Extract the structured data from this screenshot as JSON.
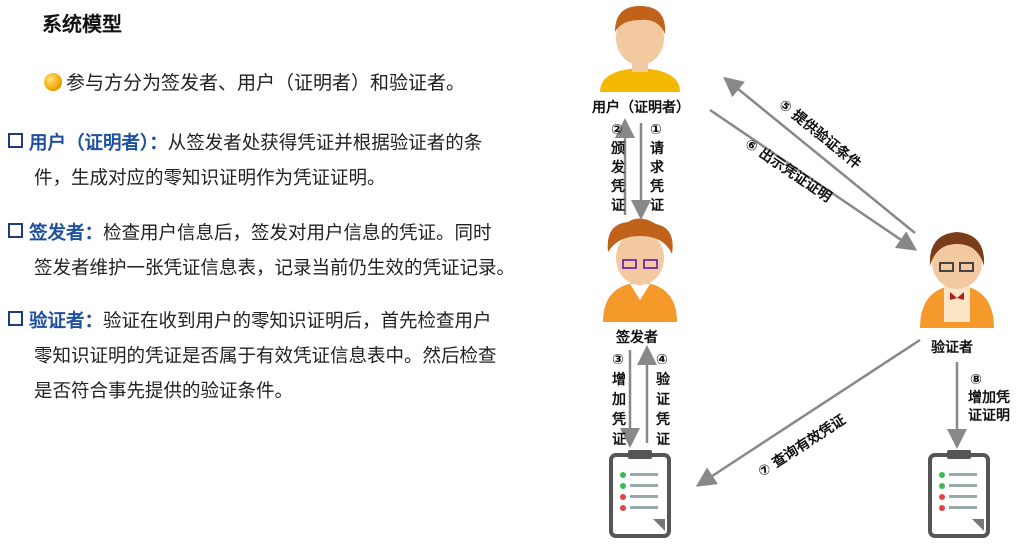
{
  "title": "系统模型",
  "intro": "参与方分为签发者、用户（证明者）和验证者。",
  "bullets": [
    {
      "term": "用户（证明者）",
      "sep": "：",
      "line1": "从签发者处获得凭证并根据验证者的条",
      "line2": "件，生成对应的零知识证明作为凭证证明。"
    },
    {
      "term": "签发者",
      "sep": "：",
      "line1": "检查用户信息后，签发对用户信息的凭证。同时",
      "line2": "签发者维护一张凭证信息表，记录当前仍生效的凭证记录。"
    },
    {
      "term": "验证者",
      "sep": "：",
      "line1": "验证在收到用户的零知识证明后，首先检查用户",
      "line2": "零知识证明的凭证是否属于有效凭证信息表中。然后检查",
      "line3": "是否符合事先提供的验证条件。"
    }
  ],
  "diagram": {
    "user_label": "用户（证明者）",
    "issuer_label": "签发者",
    "verifier_label": "验证者",
    "step1": [
      "①",
      "请",
      "求",
      "凭",
      "证"
    ],
    "step2": [
      "②",
      "颁",
      "发",
      "凭",
      "证"
    ],
    "step3": [
      "③",
      "增",
      "加",
      "凭",
      "证"
    ],
    "step4": [
      "④",
      "验",
      "证",
      "凭",
      "证"
    ],
    "step5": "⑤ 提供验证条件",
    "step6": "⑥ 出示凭证证明",
    "step7": "⑦ 查询有效凭证",
    "step8": [
      "⑧",
      "增加凭",
      "证证明"
    ]
  },
  "colors": {
    "accent": "#1f4fa0",
    "arrow": "#888888",
    "doc_frame": "#555555"
  }
}
